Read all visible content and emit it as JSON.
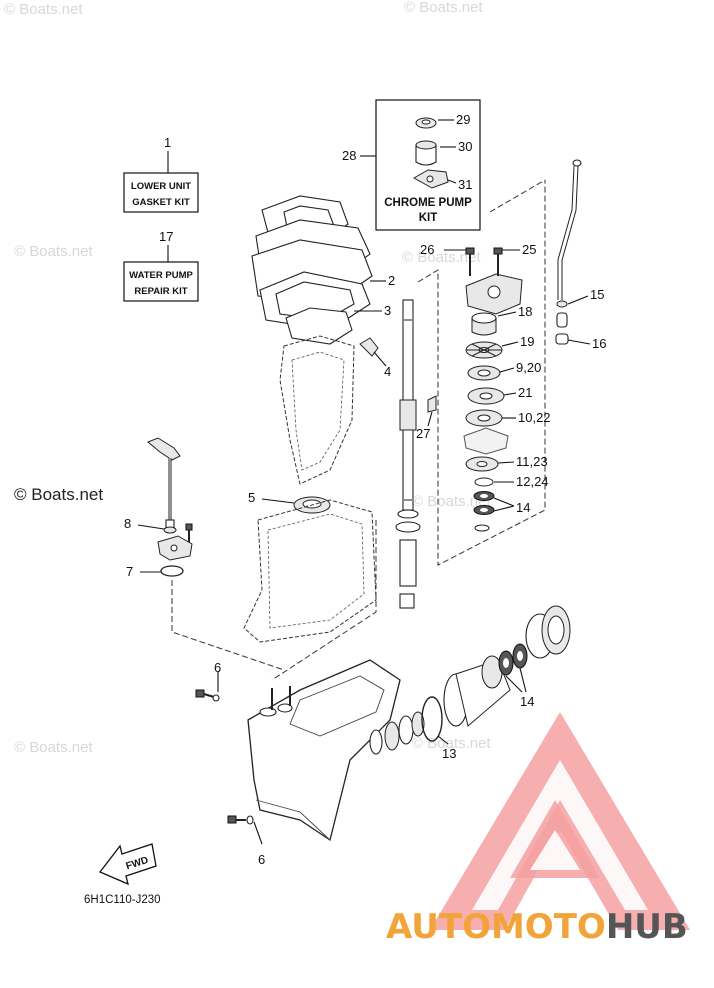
{
  "watermarks": {
    "boats_faint": "© Boats.net",
    "boats_main": "© Boats.net"
  },
  "boxes": {
    "lower_unit_gasket_kit": {
      "number": "1",
      "line1": "LOWER UNIT",
      "line2": "GASKET KIT"
    },
    "water_pump_repair_kit": {
      "number": "17",
      "line1": "WATER PUMP",
      "line2": "REPAIR KIT"
    },
    "chrome_pump_kit": {
      "number": "28",
      "line1": "CHROME PUMP",
      "line2": "KIT"
    }
  },
  "callouts": {
    "c2": "2",
    "c3": "3",
    "c4": "4",
    "c5": "5",
    "c6a": "6",
    "c6b": "6",
    "c7": "7",
    "c8": "8",
    "c13": "13",
    "c14a": "14",
    "c14b": "14",
    "c15": "15",
    "c16": "16",
    "c18": "18",
    "c19": "19",
    "c9_20": "9,20",
    "c21": "21",
    "c10_22": "10,22",
    "c11_23": "11,23",
    "c12_24": "12,24",
    "c25": "25",
    "c26": "26",
    "c27": "27",
    "c29": "29",
    "c30": "30",
    "c31": "31"
  },
  "fwd_label": "FWD",
  "diagram_code": "6H1C110-J230",
  "brand": {
    "part1": "AUTOMOTO",
    "part2": "HUB",
    "accent_color": "#f2a43a",
    "logo_color": "#f08080"
  }
}
